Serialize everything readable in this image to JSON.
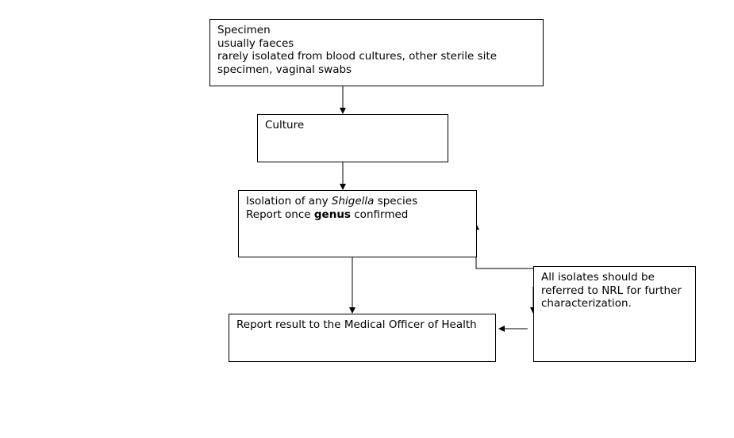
{
  "boxes": {
    "specimen": {
      "lines": [
        "Specimen",
        "usually faeces",
        "rarely isolated from blood cultures, other sterile site",
        "specimen, vaginal swabs"
      ]
    },
    "culture": {
      "lines": [
        "Culture"
      ]
    },
    "isolation": {
      "line1_prefix": "Isolation of any ",
      "line1_italic": "Shigella",
      "line1_suffix": " species",
      "line2_prefix": "Report once ",
      "line2_bold": "genus",
      "line2_suffix": " confirmed"
    },
    "report": {
      "lines": [
        "Report result to the Medical Officer of Health"
      ]
    },
    "referral": {
      "lines": [
        "All isolates should be",
        "referred to NRL for further",
        "characterization."
      ]
    }
  },
  "colors": {
    "line": "#000000",
    "background": "#ffffff"
  }
}
